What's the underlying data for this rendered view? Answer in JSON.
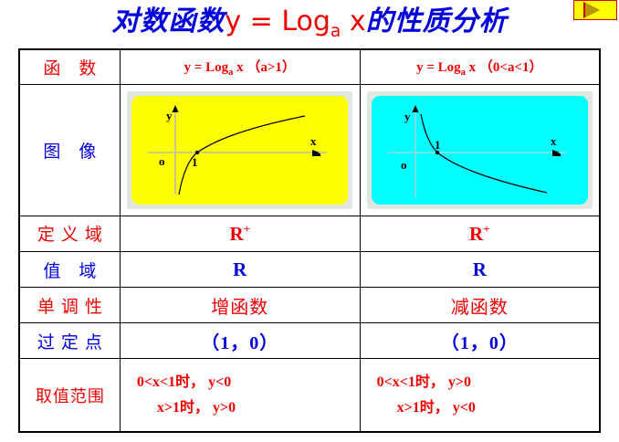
{
  "title": {
    "part1_cn": "对数函数",
    "part2_formula_prefix": "y = Log",
    "part2_formula_sub": "a",
    "part2_formula_suffix": " x",
    "part3_cn": "的性质分析",
    "color_cn": "#0000dd",
    "color_formula": "#ee0000"
  },
  "play_marker": {
    "name": "play-triangle",
    "fill": "#ffff00",
    "stroke": "#cc0000"
  },
  "table": {
    "rows": [
      {
        "label": "函    数",
        "label_color": "#ee0000",
        "col_a": "y = Log",
        "col_a_sub": "a",
        "col_a_rest": " x （a>1）",
        "col_b": "y = Log",
        "col_b_sub": "a",
        "col_b_rest": " x （0<a<1）"
      },
      {
        "label": "图    像",
        "label_color": "#0000dd",
        "col_a": "graph-increasing-yellow",
        "col_b": "graph-decreasing-cyan"
      },
      {
        "label": "定义域",
        "label_color": "#ee0000",
        "col_a": "R",
        "col_a_sup": "+",
        "col_b": "R",
        "col_b_sup": "+",
        "value_color": "#ee0000"
      },
      {
        "label": "值    域",
        "label_color": "#0000dd",
        "col_a": "R",
        "col_b": "R",
        "value_color": "#0000dd"
      },
      {
        "label": "单调性",
        "label_color": "#ee0000",
        "col_a": "增函数",
        "col_b": "减函数",
        "value_color": "#ee0000"
      },
      {
        "label": "过定点",
        "label_color": "#0000dd",
        "col_a": "（1，0）",
        "col_b": "（1，0）",
        "value_color": "#0000dd"
      },
      {
        "label": "取值范围",
        "label_color": "#ee0000",
        "col_a_line1": "0<x<1时，  y<0",
        "col_a_line2": "x>1时，  y>0",
        "col_b_line1": "0<x<1时，  y>0",
        "col_b_line2": "x>1时，  y<0",
        "value_color": "#ee0000"
      }
    ]
  },
  "graphs": {
    "left": {
      "background": "#ffff00",
      "frame": "#dfe7df",
      "axis_x_label": "x",
      "axis_y_label": "y",
      "origin_label": "o",
      "point_label": "1",
      "curve": "increasing logarithm, a>1"
    },
    "right": {
      "background": "#00ffff",
      "frame": "#dfe7df",
      "axis_x_label": "x",
      "axis_y_label": "y",
      "origin_label": "o",
      "point_label": "1",
      "curve": "decreasing logarithm, 0<a<1"
    }
  }
}
